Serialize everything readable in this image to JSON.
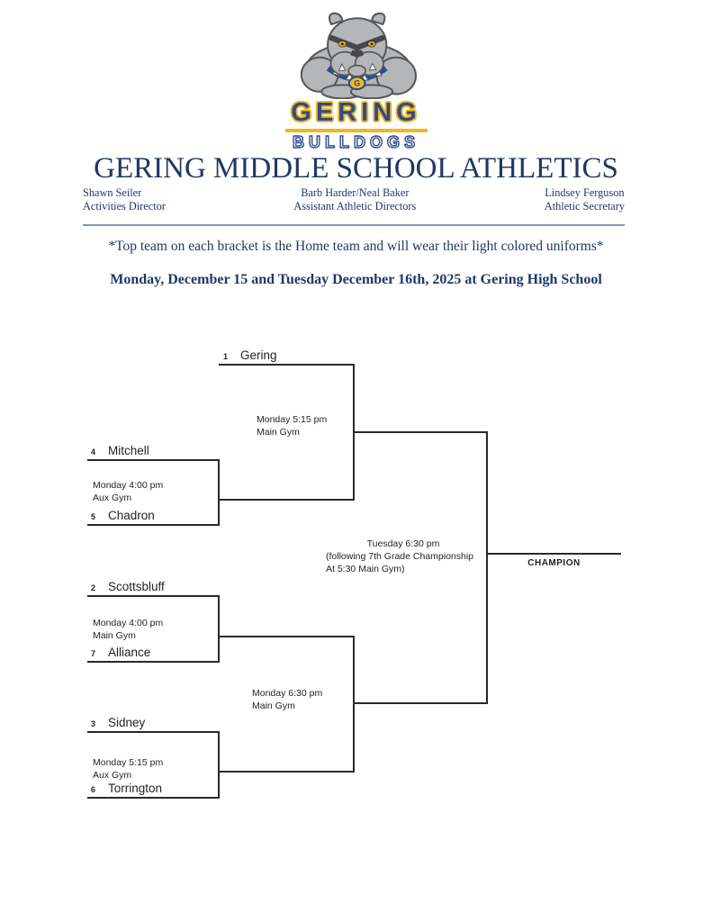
{
  "logo": {
    "wordmark": "GERING",
    "sub_wordmark": "BULLDOGS",
    "tag_letter": "G"
  },
  "header": {
    "title": "GERING MIDDLE SCHOOL ATHLETICS"
  },
  "staff": [
    {
      "name": "Shawn Seiler",
      "role": "Activities Director"
    },
    {
      "name": "Barb Harder/Neal Baker",
      "role": "Assistant Athletic Directors"
    },
    {
      "name": "Lindsey Ferguson",
      "role": "Athletic Secretary"
    }
  ],
  "note": "*Top team on each bracket is the Home team and will wear their light colored uniforms*",
  "date_line": "Monday, December 15 and Tuesday December 16th, 2025 at Gering High School",
  "bracket": {
    "gering": {
      "seed": "1",
      "name": "Gering"
    },
    "mitchell": {
      "seed": "4",
      "name": "Mitchell"
    },
    "chadron": {
      "seed": "5",
      "name": "Chadron"
    },
    "scottsbluff": {
      "seed": "2",
      "name": "Scottsbluff"
    },
    "alliance": {
      "seed": "7",
      "name": "Alliance"
    },
    "sidney": {
      "seed": "3",
      "name": "Sidney"
    },
    "torrington": {
      "seed": "6",
      "name": "Torrington"
    },
    "games": {
      "mitchell_chadron": {
        "time": "Monday 4:00 pm",
        "venue": "Aux Gym"
      },
      "scottsbluff_alliance": {
        "time": "Monday 4:00 pm",
        "venue": "Main Gym"
      },
      "sidney_torrington": {
        "time": "Monday 5:15 pm",
        "venue": "Aux Gym"
      },
      "semifinal_top": {
        "time": "Monday 5:15 pm",
        "venue": "Main Gym"
      },
      "semifinal_bottom": {
        "time": "Monday 6:30 pm",
        "venue": "Main Gym"
      },
      "championship": {
        "line1": "Tuesday 6:30 pm",
        "line2": "(following 7th Grade Championship",
        "line3": "At 5:30 Main Gym)"
      }
    },
    "champion_label": "CHAMPION"
  },
  "colors": {
    "navy_text": "#1f3864",
    "logo_blue": "#2b4c8e",
    "logo_gold": "#f3b71c",
    "bracket_line": "#2b2829"
  }
}
